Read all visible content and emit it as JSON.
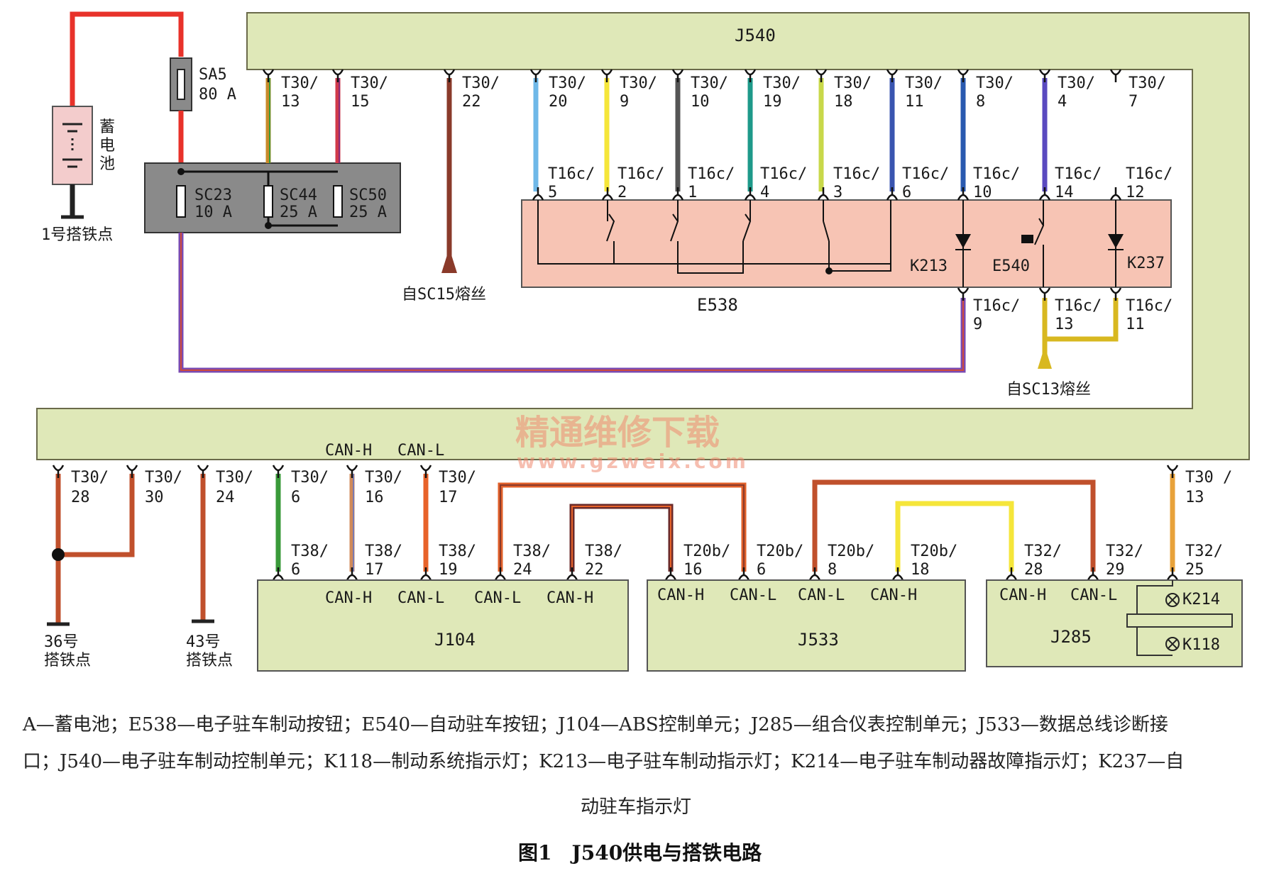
{
  "modules": {
    "j540": "J540",
    "e538": "E538",
    "e540": "E540",
    "k213": "K213",
    "k237": "K237",
    "j104": "J104",
    "j533": "J533",
    "j285": "J285",
    "k214": "K214",
    "k118": "K118"
  },
  "battery": {
    "label": "蓄电池",
    "ground": "1号搭铁点"
  },
  "fuses": {
    "sa5": {
      "name": "SA5",
      "rating": "80 A"
    },
    "sc23": {
      "name": "SC23",
      "rating": "10 A"
    },
    "sc44": {
      "name": "SC44",
      "rating": "25 A"
    },
    "sc50": {
      "name": "SC50",
      "rating": "25 A"
    }
  },
  "sources": {
    "sc15": "自SC15熔丝",
    "sc13": "自SC13熔丝"
  },
  "grounds": {
    "g36": [
      "36号",
      "搭铁点"
    ],
    "g43": [
      "43号",
      "搭铁点"
    ]
  },
  "pins_top": [
    {
      "a": "T30/",
      "b": "13"
    },
    {
      "a": "T30/",
      "b": "15"
    },
    {
      "a": "T30/",
      "b": "22"
    },
    {
      "a": "T30/",
      "b": "20"
    },
    {
      "a": "T30/",
      "b": "9"
    },
    {
      "a": "T30/",
      "b": "10"
    },
    {
      "a": "T30/",
      "b": "19"
    },
    {
      "a": "T30/",
      "b": "18"
    },
    {
      "a": "T30/",
      "b": "11"
    },
    {
      "a": "T30/",
      "b": "8"
    },
    {
      "a": "T30/",
      "b": "4"
    },
    {
      "a": "T30/",
      "b": "7"
    }
  ],
  "pins_e538_top": [
    {
      "a": "T16c/",
      "b": "5"
    },
    {
      "a": "T16c/",
      "b": "2"
    },
    {
      "a": "T16c/",
      "b": "1"
    },
    {
      "a": "T16c/",
      "b": "4"
    },
    {
      "a": "T16c/",
      "b": "3"
    },
    {
      "a": "T16c/",
      "b": "6"
    },
    {
      "a": "T16c/",
      "b": "10"
    },
    {
      "a": "T16c/",
      "b": "14"
    },
    {
      "a": "T16c/",
      "b": "12"
    }
  ],
  "pins_e538_bottom": [
    {
      "a": "T16c/",
      "b": "9"
    },
    {
      "a": "T16c/",
      "b": "13"
    },
    {
      "a": "T16c/",
      "b": "11"
    }
  ],
  "pins_bottom": [
    {
      "a": "T30/",
      "b": "28"
    },
    {
      "a": "T30/",
      "b": "30"
    },
    {
      "a": "T30/",
      "b": "24"
    },
    {
      "a": "T30/",
      "b": "6"
    },
    {
      "a": "T30/",
      "b": "16"
    },
    {
      "a": "T30/",
      "b": "17"
    },
    {
      "a": "T30 /",
      "b": "13"
    }
  ],
  "pins_module": [
    {
      "a": "T38/",
      "b": "6"
    },
    {
      "a": "T38/",
      "b": "17"
    },
    {
      "a": "T38/",
      "b": "19"
    },
    {
      "a": "T38/",
      "b": "24"
    },
    {
      "a": "T38/",
      "b": "22"
    },
    {
      "a": "T20b/",
      "b": "16"
    },
    {
      "a": "T20b/",
      "b": "6"
    },
    {
      "a": "T20b/",
      "b": "8"
    },
    {
      "a": "T20b/",
      "b": "18"
    },
    {
      "a": "T32/",
      "b": "28"
    },
    {
      "a": "T32/",
      "b": "29"
    },
    {
      "a": "T32/",
      "b": "25"
    }
  ],
  "can": {
    "h": "CAN-H",
    "l": "CAN-L"
  },
  "watermark": {
    "cn": "精通维修下载",
    "url": "www.gzweix.com"
  },
  "caption": {
    "line1": "A—蓄电池；E538—电子驻车制动按钮；E540—自动驻车按钮；J104—ABS控制单元；J285—组合仪表控制单元；J533—数据总线诊断接",
    "line2": "口；J540—电子驻车制动控制单元；K118—制动系统指示灯；K213—电子驻车制动指示灯；K214—电子驻车制动器故障指示灯；K237—自",
    "line3": "动驻车指示灯"
  },
  "figure_title": "图1　J540供电与搭铁电路",
  "colors": {
    "module_fill": "#dfe8b8",
    "switch_fill": "#f7c4b4",
    "fuse_box": "#8a8a8a",
    "battery_fill": "#f3cccc",
    "red": "#e8322a",
    "brown": "#a0502c",
    "orange": "#e8632a",
    "yellow": "#f5e63a",
    "blue": "#3a55b0",
    "lightblue": "#6fb8e8",
    "green": "#3a9a3a",
    "teal": "#1e9a8a",
    "purple": "#6a3aa0"
  }
}
